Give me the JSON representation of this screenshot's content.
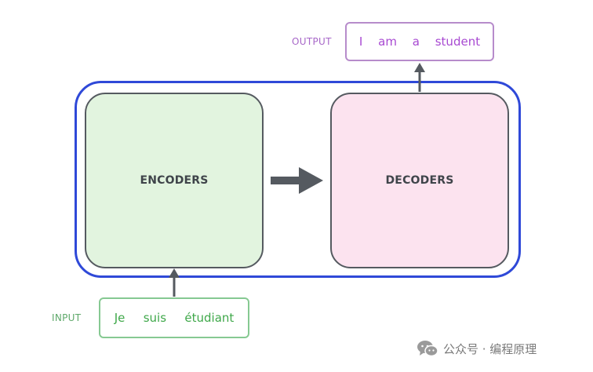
{
  "diagram": {
    "encoder_label": "ENCODERS",
    "decoder_label": "DECODERS",
    "input_label": "INPUT",
    "output_label": "OUTPUT",
    "input_tokens": [
      "Je",
      "suis",
      "étudiant"
    ],
    "output_tokens": [
      "I",
      "am",
      "a",
      "student"
    ]
  },
  "watermark": {
    "icon": "wechat-icon",
    "text": "公众号 · 编程原理"
  },
  "colors": {
    "container_border": "#2f49d8",
    "encoder_fill": "#e2f4df",
    "decoder_fill": "#fce3ef",
    "block_border": "#555a60",
    "input": "#3fa84a",
    "output": "#a84ad2"
  }
}
